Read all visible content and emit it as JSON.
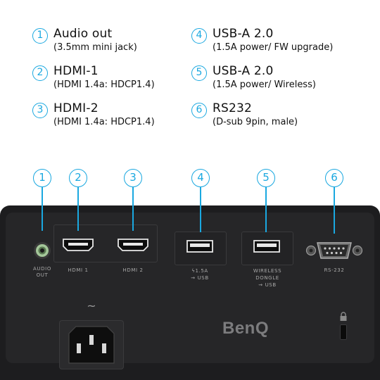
{
  "legend": [
    {
      "num": "1",
      "title": "Audio out",
      "sub": "(3.5mm mini jack)"
    },
    {
      "num": "2",
      "title": "HDMI-1",
      "sub": "(HDMI 1.4a: HDCP1.4)"
    },
    {
      "num": "3",
      "title": "HDMI-2",
      "sub": "(HDMI 1.4a: HDCP1.4)"
    },
    {
      "num": "4",
      "title": "USB-A 2.0",
      "sub": "(1.5A power/ FW upgrade)"
    },
    {
      "num": "5",
      "title": "USB-A 2.0",
      "sub": "(1.5A power/ Wireless)"
    },
    {
      "num": "6",
      "title": "RS232",
      "sub": "(D-sub 9pin, male)"
    }
  ],
  "callouts": [
    "1",
    "2",
    "3",
    "4",
    "5",
    "6"
  ],
  "port_labels": {
    "audio_line1": "AUDIO",
    "audio_line2": "OUT",
    "hdmi1": "HDMI 1",
    "hdmi2": "HDMI 2",
    "usb1_line1": "1.5A",
    "usb1_line2": "USB",
    "usb2_line1": "WIRELESS",
    "usb2_line2": "DONGLE",
    "usb2_line3": "USB",
    "rs232": "RS-232"
  },
  "ac_symbol": "~",
  "brand": "BenQ",
  "colors": {
    "accent": "#1aa8e0",
    "panel": "#1d1d1f",
    "label": "#a8a8a8"
  }
}
